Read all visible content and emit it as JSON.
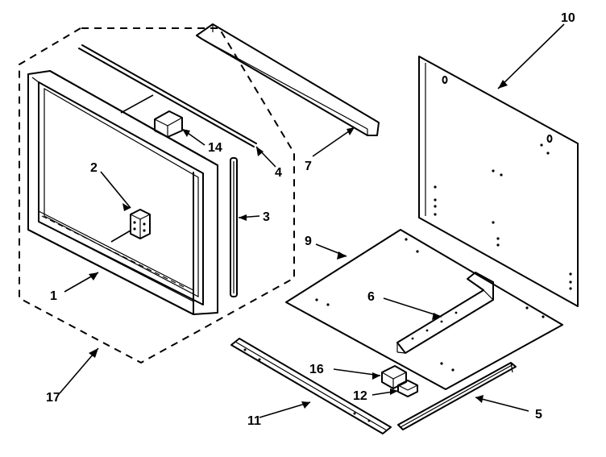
{
  "callouts": {
    "c1": "1",
    "c2": "2",
    "c3": "3",
    "c4": "4",
    "c5": "5",
    "c6": "6",
    "c7": "7",
    "c9": "9",
    "c10": "10",
    "c11": "11",
    "c12": "12",
    "c14": "14",
    "c16": "16",
    "c17": "17"
  }
}
